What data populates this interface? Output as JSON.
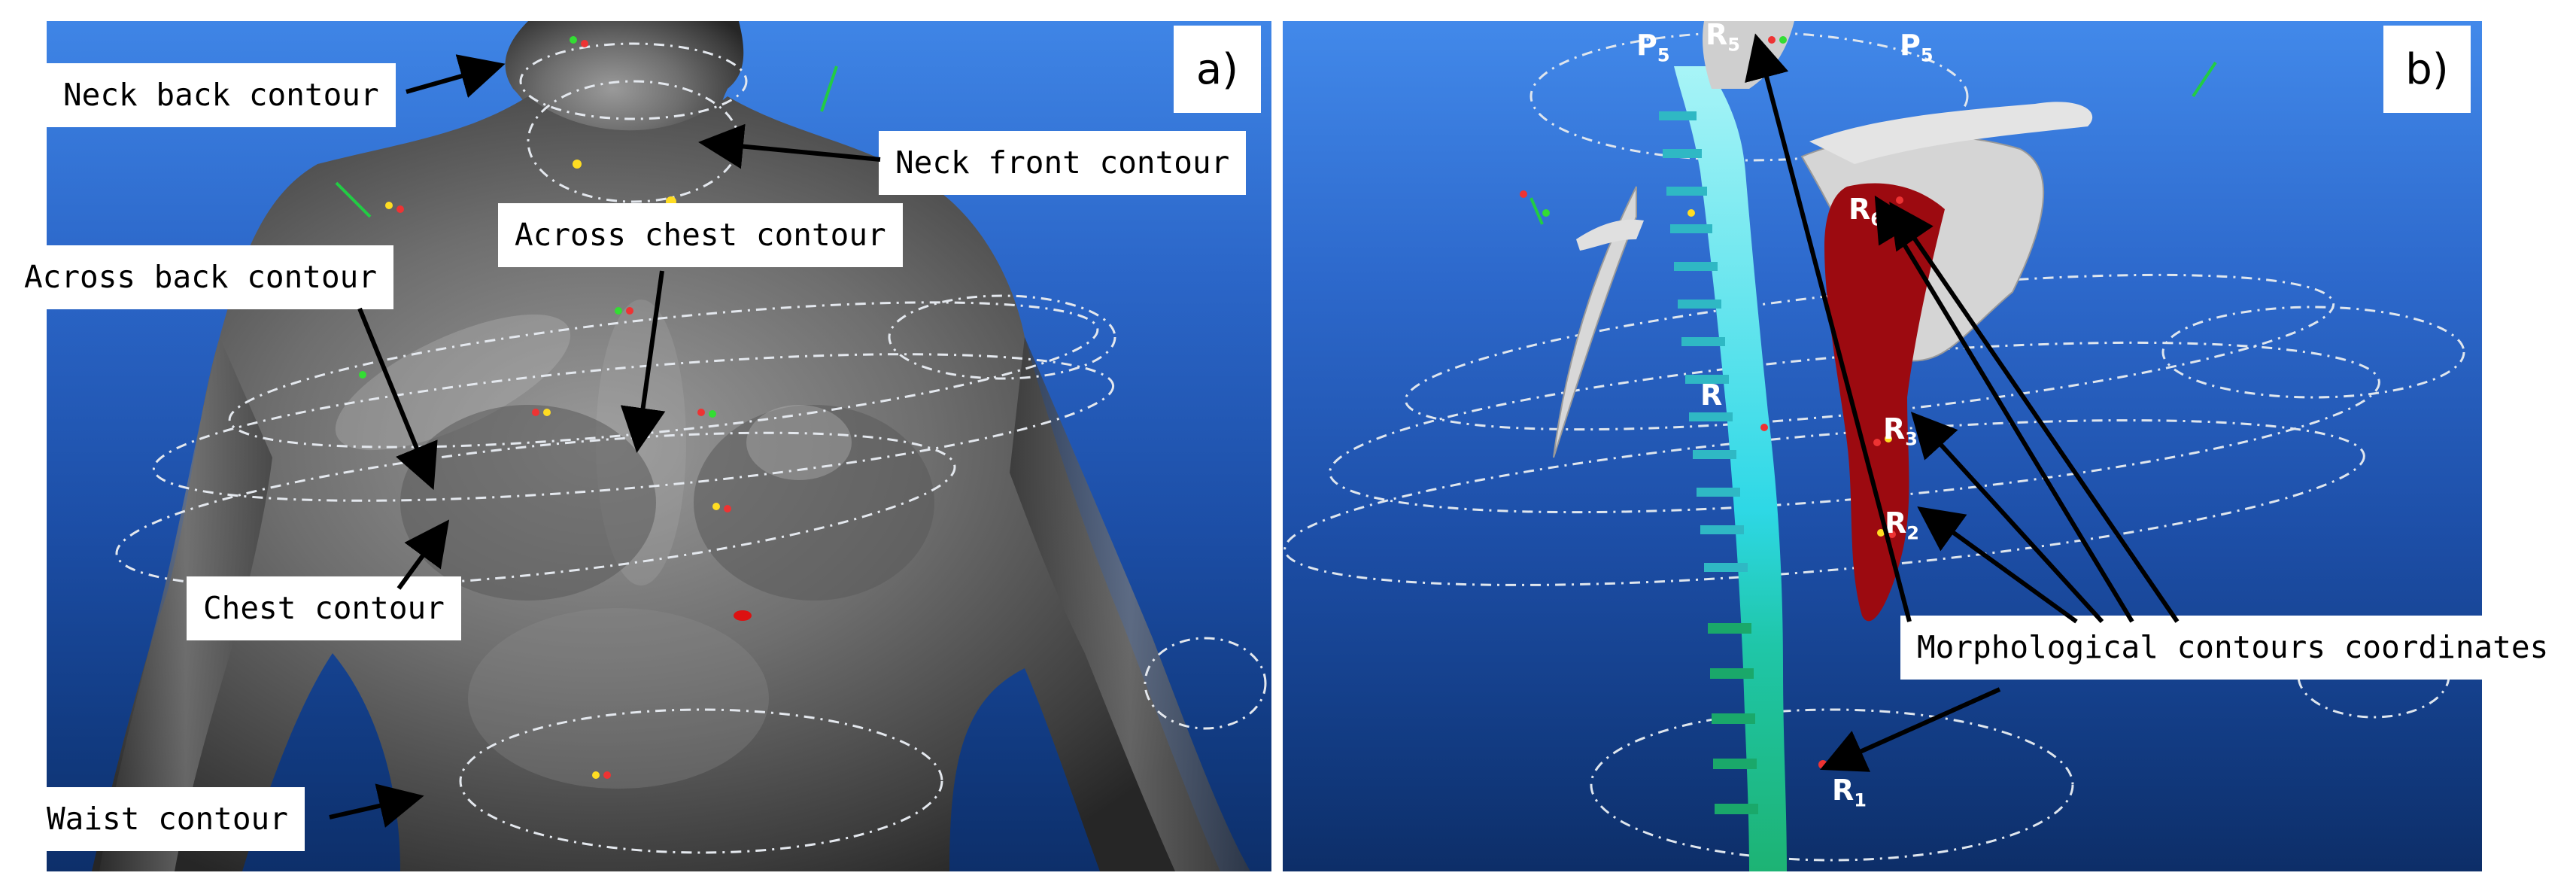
{
  "panel_a": {
    "id_label": "a)",
    "labels": {
      "neck_back": "Neck back contour",
      "neck_front": "Neck front contour",
      "across_chest": "Across chest contour",
      "across_back": "Across back contour",
      "chest": "Chest contour",
      "waist": "Waist contour"
    }
  },
  "panel_b": {
    "id_label": "b)",
    "points": {
      "p5_left": {
        "base": "P",
        "sub": "5"
      },
      "r5": {
        "base": "R",
        "sub": "5"
      },
      "p5_right": {
        "base": "P",
        "sub": "5"
      },
      "r6": {
        "base": "R",
        "sub": "6"
      },
      "r": {
        "base": "R",
        "sub": ""
      },
      "r3": {
        "base": "R",
        "sub": "3"
      },
      "r2": {
        "base": "R",
        "sub": "2"
      },
      "r1": {
        "base": "R",
        "sub": "1"
      }
    },
    "labels": {
      "morphological": "Morphological contours coordinates"
    }
  },
  "colors": {
    "spine_upper": "#33e0e8",
    "spine_lower": "#22c07a",
    "scapula_fill": "#9c0a10",
    "contour_line": "#dfe6ee"
  }
}
